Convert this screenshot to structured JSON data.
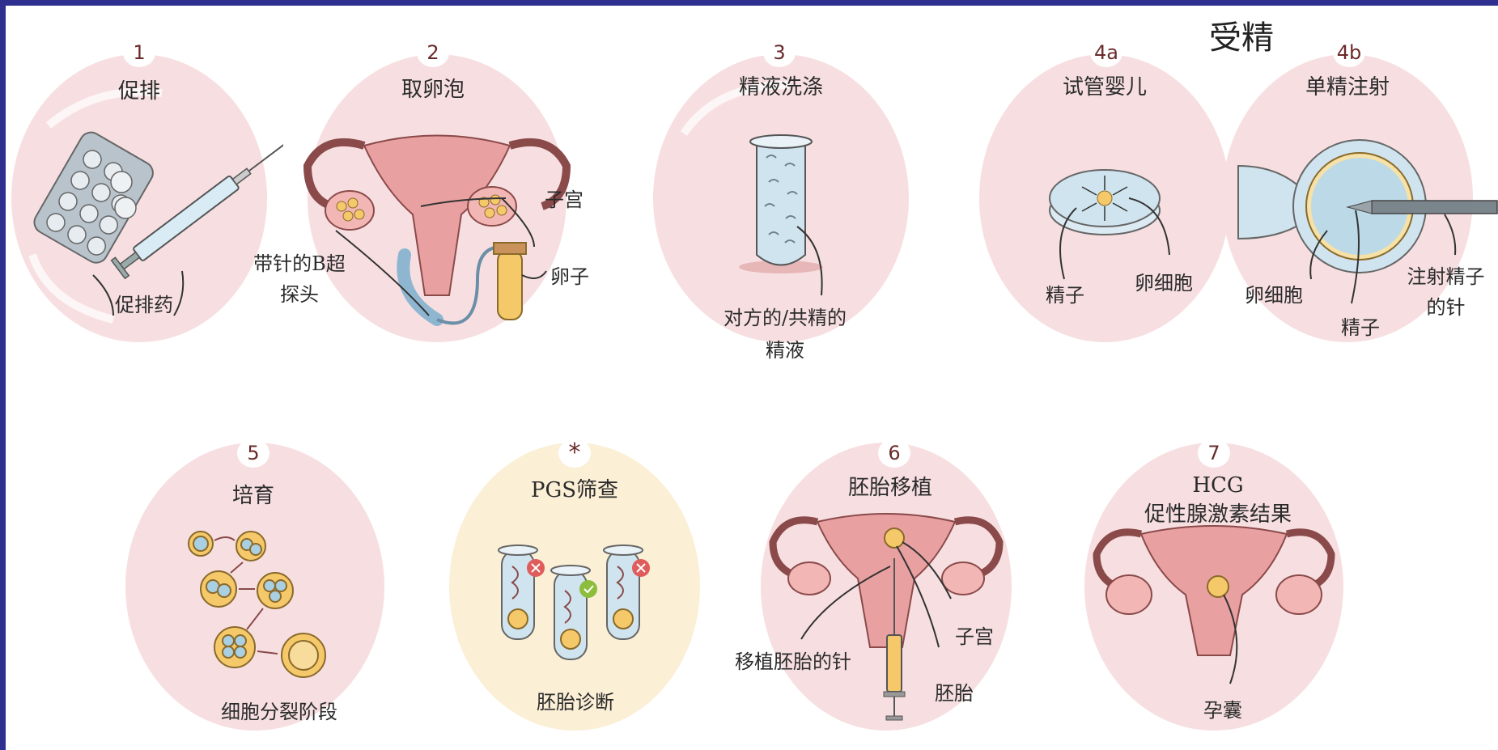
{
  "header": {
    "fertilization": "受精"
  },
  "steps": {
    "s1": {
      "num": "1",
      "title": "促排",
      "drug": "促排药"
    },
    "s2": {
      "num": "2",
      "title": "取卵泡",
      "uterus": "子宫",
      "probe": "带针的B超\n探头",
      "egg": "卵子"
    },
    "s3": {
      "num": "3",
      "title": "精液洗涤",
      "semen": "对方的/共精的\n精液"
    },
    "s4a": {
      "num": "4a",
      "title": "试管婴儿",
      "sperm": "精子",
      "oocyte": "卵细胞"
    },
    "s4b": {
      "num": "4b",
      "title": "单精注射",
      "oocyte": "卵细胞",
      "needle": "注射精子\n的针",
      "sperm": "精子"
    },
    "s5": {
      "num": "5",
      "title": "培育",
      "stage": "细胞分裂阶段"
    },
    "pgs": {
      "num": "*",
      "title": "PGS筛查",
      "diag": "胚胎诊断"
    },
    "s6": {
      "num": "6",
      "title": "胚胎移植",
      "needle": "移植胚胎的针",
      "uterus": "子宫",
      "embryo": "胚胎"
    },
    "s7": {
      "num": "7",
      "title": "HCG\n促性腺激素结果",
      "sac": "孕囊"
    }
  },
  "colors": {
    "frame": "#2e2f8f",
    "blob_pink": "#f7dfe1",
    "blob_yellow": "#fbefd6",
    "uterus": "#e9a0a1",
    "tube_fluid": "#cfe4ef",
    "cell_yellow": "#f5c96a",
    "reject": "#e05b5b",
    "accept": "#8dbd3c"
  }
}
